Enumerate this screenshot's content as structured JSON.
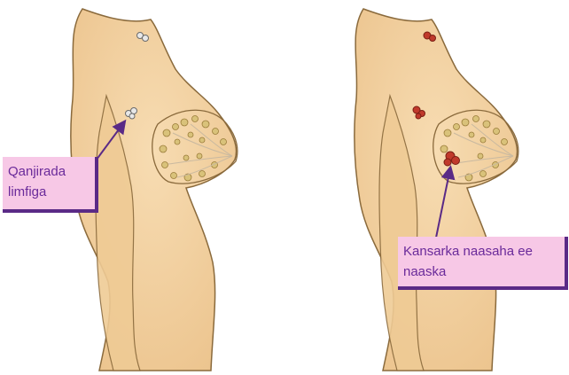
{
  "labels": {
    "lymph_node": [
      "Qanjirada",
      "limfiga"
    ],
    "breast_cancer": [
      "Kansarka naasaha ee",
      "naaska"
    ]
  },
  "colors": {
    "skin": "#f3d2a2",
    "outline": "#8a6a3c",
    "gland": "#d9c27a",
    "healthy_node": "#e8e8e8",
    "cancer_node": "#c0392b",
    "arrow": "#5a2a86",
    "label_bg": "#f7c8e6",
    "label_text": "#6a2a9a"
  }
}
